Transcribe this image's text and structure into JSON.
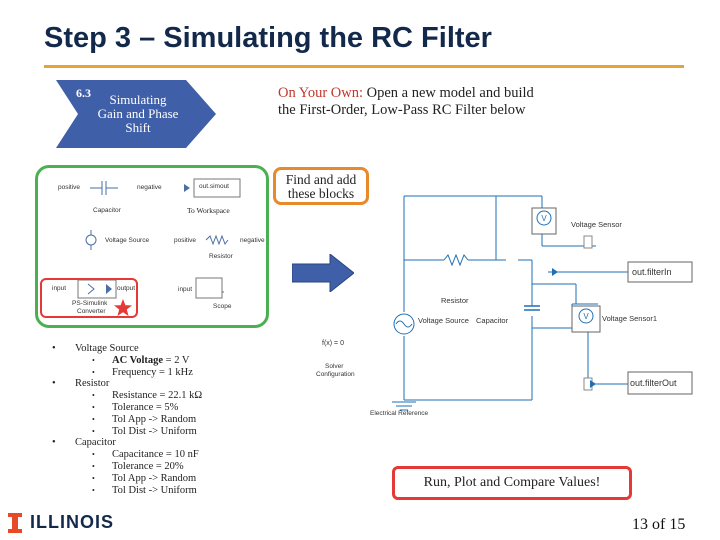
{
  "slide": {
    "title": "Step 3 – Simulating the RC Filter",
    "badge": {
      "number": "6.3",
      "text": "Simulating Gain and Phase Shift"
    },
    "on_your_own": {
      "prefix": "On Your Own:",
      "text": "Open a new model and build the First-Order, Low-Pass RC Filter below"
    },
    "find_blocks": "Find and add these blocks",
    "run_compare": "Run, Plot and Compare Values!",
    "page": "13 of 15",
    "logo": "ILLINOIS"
  },
  "library_blocks": {
    "capacitor": {
      "left_port": "positive",
      "right_port": "negative",
      "label": "Capacitor"
    },
    "to_workspace": {
      "value": "out.simout",
      "label": "To Workspace"
    },
    "voltage_source": {
      "label": "Voltage Source"
    },
    "resistor": {
      "left_port": "positive",
      "right_port": "negative",
      "label": "Resistor"
    },
    "ps_converter": {
      "left_port": "input",
      "right_port": "output",
      "label_line1": "PS-Simulink",
      "label_line2": "Converter"
    },
    "scope": {
      "left_port": "input",
      "label": "Scope"
    }
  },
  "schematic": {
    "voltage_sensor": "Voltage Sensor",
    "voltage_sensor1": "Voltage Sensor1",
    "resistor": "Resistor",
    "voltage_source": "Voltage Source",
    "capacitor": "Capacitor",
    "solver": "f(x) = 0",
    "solver_label_1": "Solver",
    "solver_label_2": "Configuration",
    "out_filter_in": "out.filterIn",
    "out_filter_out": "out.filterOut",
    "electrical_ref": "Electrical Reference",
    "v_symbol": "V"
  },
  "parameters": [
    {
      "level": 1,
      "text": "Voltage Source"
    },
    {
      "level": 2,
      "bold": "AC Voltage",
      "text": " = 2 V"
    },
    {
      "level": 2,
      "text": "Frequency = 1 kHz"
    },
    {
      "level": 1,
      "text": "Resistor"
    },
    {
      "level": 2,
      "text": "Resistance = 22.1 kΩ"
    },
    {
      "level": 2,
      "text": "Tolerance = 5%"
    },
    {
      "level": 2,
      "text": "Tol App -> Random"
    },
    {
      "level": 2,
      "text": "Tol Dist -> Uniform"
    },
    {
      "level": 1,
      "text": "Capacitor"
    },
    {
      "level": 2,
      "text": "Capacitance = 10 nF"
    },
    {
      "level": 2,
      "text": "Tolerance = 20%"
    },
    {
      "level": 2,
      "text": "Tol App -> Random"
    },
    {
      "level": 2,
      "text": "Tol Dist -> Uniform"
    }
  ],
  "colors": {
    "navy": "#13294b",
    "orange": "#e8892a",
    "accent_arrow": "#3f5fa8",
    "green": "#4caf50",
    "red": "#e53935",
    "wire": "#1f6fb5"
  }
}
